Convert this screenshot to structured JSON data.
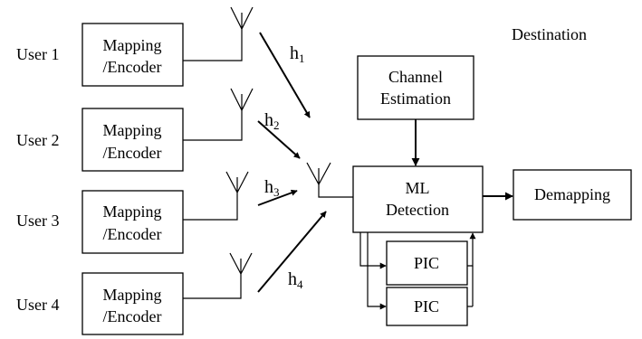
{
  "destination_label": "Destination",
  "users": [
    {
      "label": "User 1",
      "encoder_line1": "Mapping",
      "encoder_line2": "/Encoder",
      "channel": "h",
      "channel_sub": "1"
    },
    {
      "label": "User 2",
      "encoder_line1": "Mapping",
      "encoder_line2": "/Encoder",
      "channel": "h",
      "channel_sub": "2"
    },
    {
      "label": "User 3",
      "encoder_line1": "Mapping",
      "encoder_line2": "/Encoder",
      "channel": "h",
      "channel_sub": "3"
    },
    {
      "label": "User 4",
      "encoder_line1": "Mapping",
      "encoder_line2": "/Encoder",
      "channel": "h",
      "channel_sub": "4"
    }
  ],
  "channel_estimation": {
    "line1": "Channel",
    "line2": "Estimation"
  },
  "ml_detection": {
    "line1": "ML",
    "line2": "Detection"
  },
  "demapping": "Demapping",
  "pic_blocks": [
    "PIC",
    "PIC"
  ]
}
